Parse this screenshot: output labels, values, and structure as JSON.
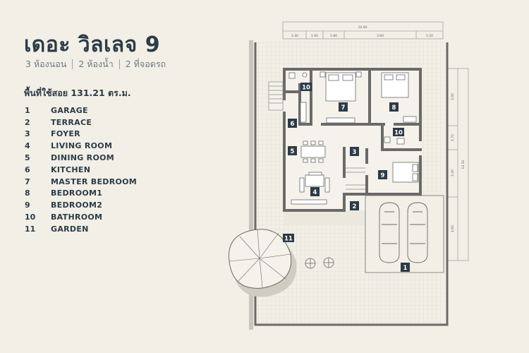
{
  "header": {
    "title": "เดอะ วิลเลจ 9",
    "subtitle": [
      "3 ห้องนอน",
      "2 ห้องน้ำ",
      "2 ที่จอดรถ"
    ],
    "area_label": "พื้นที่ใช้สอย 131.21 ตร.ม."
  },
  "legend": [
    {
      "num": "1",
      "label": "GARAGE"
    },
    {
      "num": "2",
      "label": "TERRACE"
    },
    {
      "num": "3",
      "label": "FOYER"
    },
    {
      "num": "4",
      "label": "LIVING ROOM"
    },
    {
      "num": "5",
      "label": "DINING ROOM"
    },
    {
      "num": "6",
      "label": "KITCHEN"
    },
    {
      "num": "7",
      "label": "MASTER BEDROOM"
    },
    {
      "num": "8",
      "label": "BEDROOM1"
    },
    {
      "num": "9",
      "label": "BEDROOM2"
    },
    {
      "num": "10",
      "label": "BATHROOM"
    },
    {
      "num": "11",
      "label": "GARDEN"
    }
  ],
  "plan": {
    "room_tags": {
      "garage": "1",
      "terrace": "2",
      "foyer": "3",
      "living": "4",
      "dining": "5",
      "kitchen": "6",
      "master": "7",
      "bed1": "8",
      "bed2": "9",
      "bath_a": "10",
      "bath_b": "10",
      "garden": "11"
    },
    "dimensions": {
      "top_total": "10.90",
      "top_segments": [
        "2.40",
        "1.60",
        "1.80",
        "3.60",
        "1.50"
      ],
      "right_segments": [
        "3.90",
        "1.70",
        "3.30",
        "4.60"
      ],
      "right_total": "13.50"
    },
    "colors": {
      "background": "#f1efe6",
      "wall": "#6a6a68",
      "tag": "#2d3b47",
      "text": "#2d3b47"
    }
  }
}
